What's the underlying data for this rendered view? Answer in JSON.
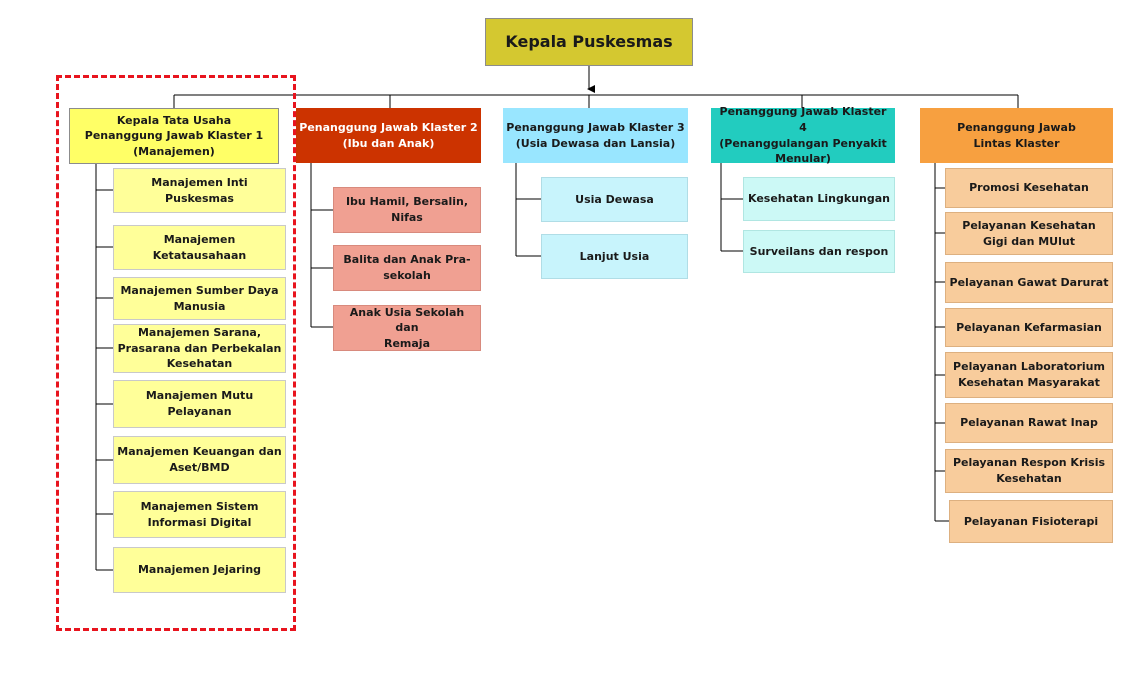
{
  "top": {
    "label": "Kepala Puskesmas"
  },
  "colors": {
    "highlight": "#e8141e",
    "klaster1": "#ffff66",
    "klaster2": "#cc3300",
    "klaster3": "#99e6ff",
    "klaster4": "#22ccbf",
    "lintas": "#f7a040"
  },
  "klaster1": {
    "head": "Kepala Tata Usaha\nPenanggung Jawab  Klaster 1\n(Manajemen)",
    "items": [
      "Manajemen Inti Puskesmas",
      "Manajemen Ketatausahaan",
      "Manajemen Sumber Daya\nManusia",
      "Manajemen Sarana,\nPrasarana dan Perbekalan\nKesehatan",
      "Manajemen Mutu\nPelayanan",
      "Manajemen Keuangan dan\nAset/BMD",
      "Manajemen Sistem\nInformasi Digital",
      "Manajemen Jejaring"
    ]
  },
  "klaster2": {
    "head": "Penanggung Jawab Klaster 2\n(Ibu dan Anak)",
    "items": [
      "Ibu Hamil,  Bersalin,\nNifas",
      "Balita dan Anak Pra-\nsekolah",
      "Anak Usia Sekolah dan\nRemaja"
    ]
  },
  "klaster3": {
    "head": "Penanggung Jawab Klaster 3\n(Usia Dewasa  dan Lansia)",
    "items": [
      "Usia Dewasa",
      "Lanjut Usia"
    ]
  },
  "klaster4": {
    "head": "Penanggung Jawab Klaster 4\n(Penanggulangan  Penyakit\nMenular)",
    "items": [
      "Kesehatan  Lingkungan",
      "Surveilans dan respon"
    ]
  },
  "lintas": {
    "head": "Penanggung Jawab\nLintas Klaster",
    "items": [
      "Promosi Kesehatan",
      "Pelayanan Kesehatan\nGigi dan MUlut",
      "Pelayanan Gawat Darurat",
      "Pelayanan Kefarmasian",
      "Pelayanan Laboratorium\nKesehatan Masyarakat",
      "Pelayanan Rawat Inap",
      "Pelayanan Respon Krisis\nKesehatan",
      "Pelayanan Fisioterapi"
    ]
  }
}
